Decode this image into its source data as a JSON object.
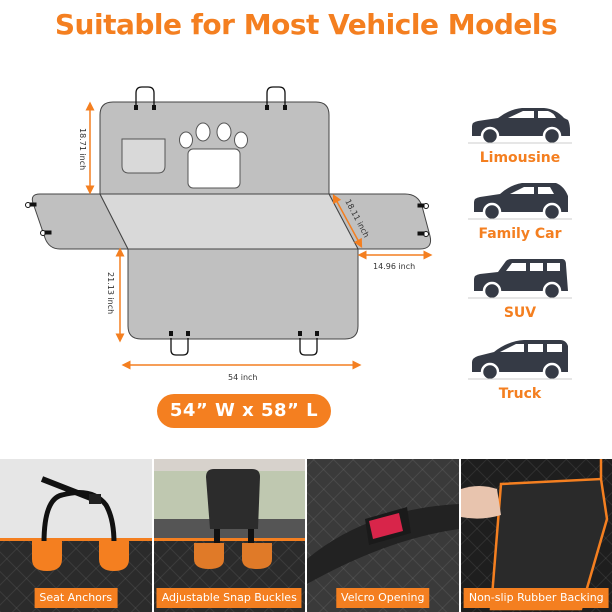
{
  "header": {
    "title": "Suitable for Most Vehicle Models"
  },
  "diagram": {
    "dimensions": {
      "back_height": "18.71 inch",
      "seat_depth": "18.11 inch",
      "flap_width": "14.96 inch",
      "front_height": "21.13 inch",
      "width": "54 inch"
    },
    "overall_size": "54”  W x 58”  L"
  },
  "vehicles": [
    {
      "label": "Limousine",
      "icon": "sedan-icon"
    },
    {
      "label": "Family Car",
      "icon": "hatchback-icon"
    },
    {
      "label": "SUV",
      "icon": "suv-icon"
    },
    {
      "label": "Truck",
      "icon": "minivan-icon"
    }
  ],
  "features": [
    {
      "label": "Seat Anchors"
    },
    {
      "label": "Adjustable Snap Buckles"
    },
    {
      "label": "Velcro Opening"
    },
    {
      "label": "Non-slip Rubber Backing"
    }
  ],
  "colors": {
    "accent": "#f47f20",
    "vehicle": "#353a45",
    "panel": "#c0c0c0",
    "panel_light": "#d9d9d9"
  }
}
